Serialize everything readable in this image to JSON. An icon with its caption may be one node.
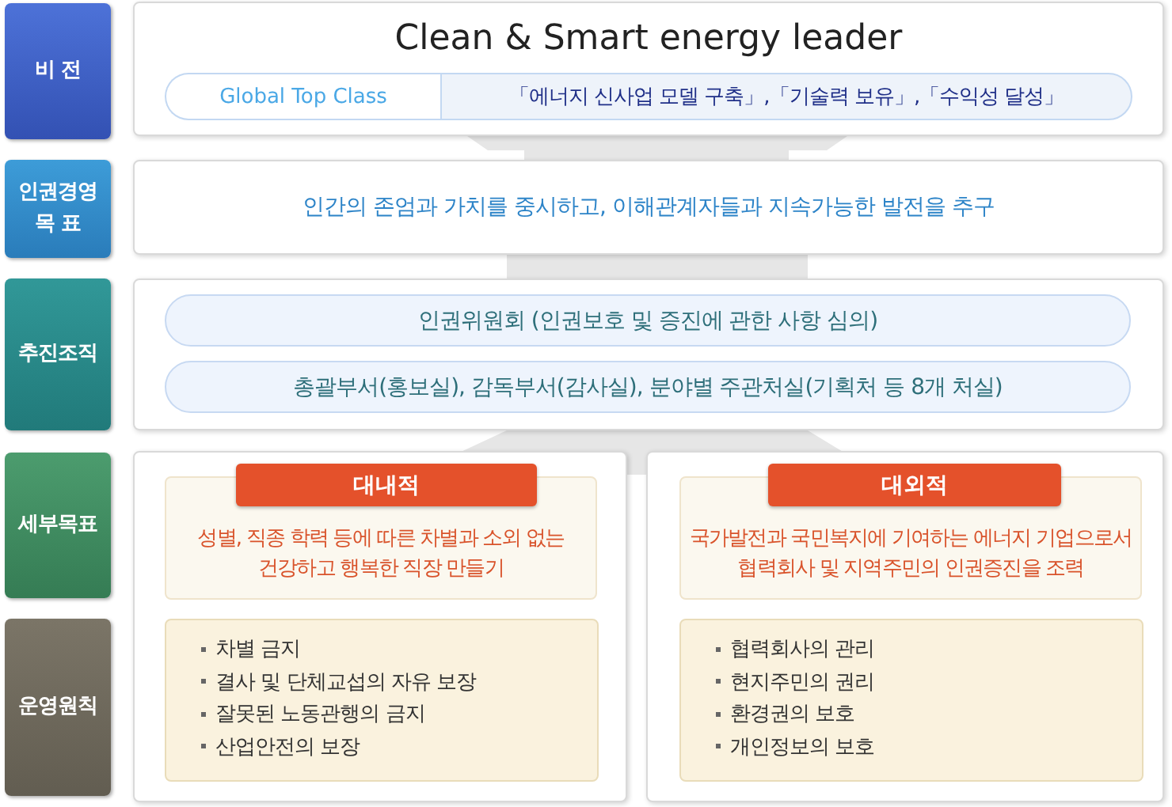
{
  "diagram": {
    "nodes": [
      {
        "text": [
          "비 전"
        ]
      },
      {
        "text": [
          "Clean & Smart energy leader"
        ]
      },
      {
        "text": [
          "Global Top Class"
        ],
        "in": 1
      },
      {
        "text": [
          "「에너지 신사업 모델 구축」,「기술력 보유」,「수익성 달성」"
        ],
        "in": 1
      },
      {
        "text": [
          "인권경영 목 표"
        ]
      },
      {
        "text": [
          "인간의 존엄과 가치를 중시하고, 이해관계자들과 지속가능한 발전을 추구"
        ]
      },
      {
        "text": [
          "추진조직"
        ]
      },
      {
        "text": [],
        "shape": "box"
      },
      {
        "text": [
          "인권위원회 (인권보호 및 증진에 관한 사항 심의)"
        ],
        "in": 7
      },
      {
        "text": [
          "총괄부서(홍보실), 감독부서(감사실), 분야별 주관처실(기획처 등 8개 처실)"
        ],
        "in": 7
      },
      {
        "text": [
          "세부목표"
        ]
      },
      {
        "text": [],
        "shape": "box"
      },
      {
        "text": [
          "대내적"
        ],
        "in": 11
      },
      {
        "text": [
          "성별, 직종 학력 등에 따른 차별과 소외 없는 건강하고 행복한 직장 만들기"
        ],
        "in": 11
      },
      {
        "text": [],
        "shape": "box"
      },
      {
        "text": [
          "대외적"
        ],
        "in": 14
      },
      {
        "text": [
          "국가발전과 국민복지에 기여하는 에너지 기업으로서 협력회사 및 지역주민의 인권증진을 조력"
        ],
        "in": 14
      },
      {
        "text": [
          "운영원칙"
        ]
      },
      {
        "text": [
          "차별 금지",
          "결사 및 단체교섭의 자유 보장",
          "잘못된 노동관행의 금지",
          "산업안전의 보장"
        ],
        "in": 11
      },
      {
        "text": [
          "협력회사의 관리",
          "현지주민의 권리",
          "환경권의 보호",
          "개인정보의 보호"
        ],
        "in": 14
      }
    ]
  }
}
